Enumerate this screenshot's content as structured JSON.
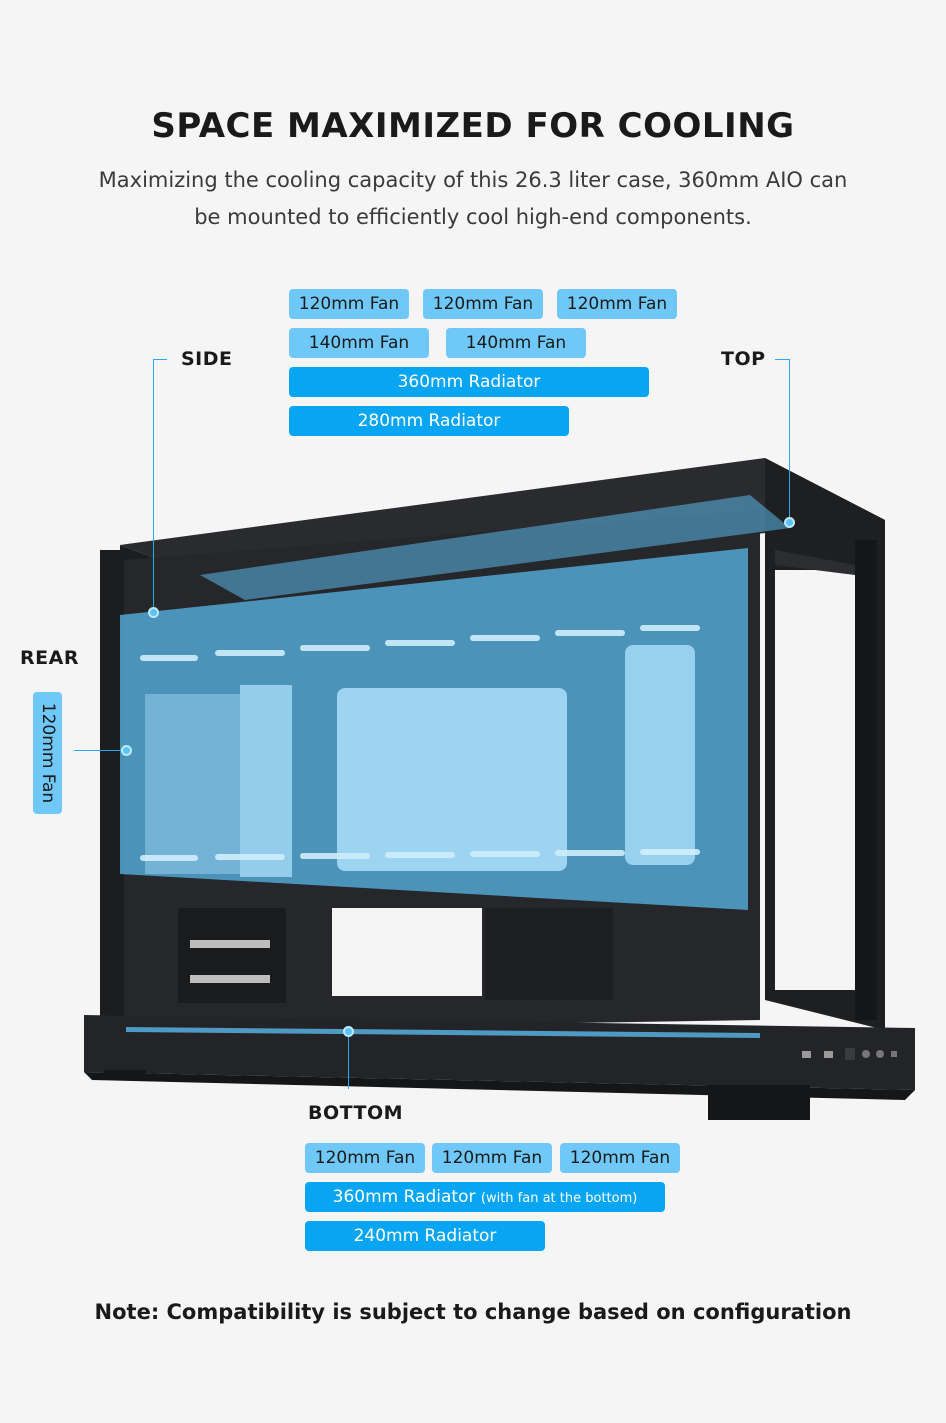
{
  "header": {
    "title": "SPACE MAXIMIZED FOR COOLING",
    "subtitle_line1": "Maximizing the cooling capacity of this 26.3 liter case, 360mm AIO can",
    "subtitle_line2": "be mounted to efficiently cool high-end components."
  },
  "side": {
    "label": "SIDE",
    "fans_120": [
      "120mm Fan",
      "120mm Fan",
      "120mm Fan"
    ],
    "fans_140": [
      "140mm Fan",
      "140mm Fan"
    ],
    "radiators": [
      "360mm Radiator",
      "280mm Radiator"
    ]
  },
  "top": {
    "label": "TOP"
  },
  "rear": {
    "label": "REAR",
    "fan": "120mm Fan"
  },
  "bottom": {
    "label": "BOTTOM",
    "fans_120": [
      "120mm Fan",
      "120mm Fan",
      "120mm Fan"
    ],
    "radiator_360": "360mm Radiator",
    "radiator_360_note": "(with fan at the bottom)",
    "radiator_240": "240mm Radiator"
  },
  "note": "Note: Compatibility is subject to change based on configuration",
  "colors": {
    "pill_light": "#6fc8f7",
    "pill_strong": "#08a6f2",
    "leader_line": "#29a8ee",
    "case_body": "#1f2022",
    "glass_overlay": "#5ab8ea"
  }
}
